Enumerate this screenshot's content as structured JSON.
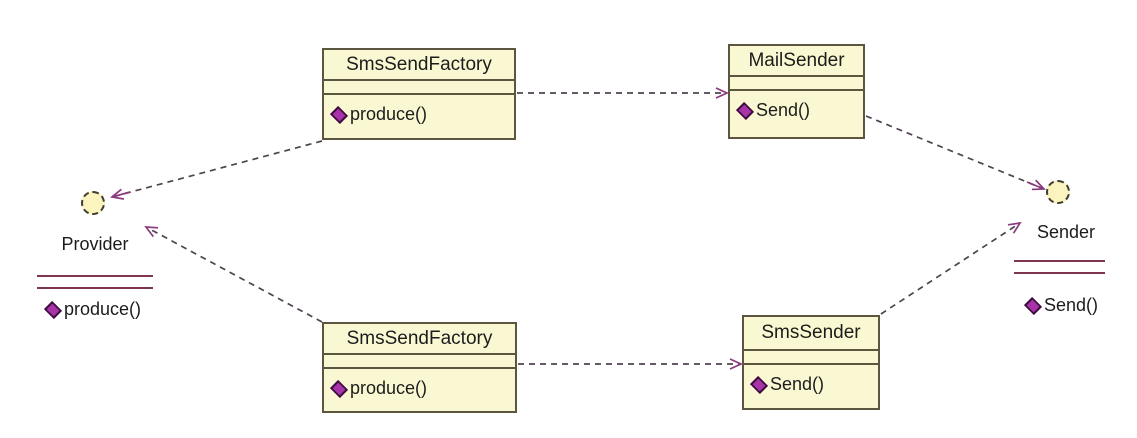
{
  "diagram_type": "uml-class-diagram",
  "classes": [
    {
      "name": "SmsSendFactory",
      "methods": [
        "produce()"
      ]
    },
    {
      "name": "MailSender",
      "methods": [
        "Send()"
      ]
    },
    {
      "name": "SmsSendFactory",
      "methods": [
        "produce()"
      ]
    },
    {
      "name": "SmsSender",
      "methods": [
        "Send()"
      ]
    }
  ],
  "interfaces": [
    {
      "name": "Provider",
      "methods": [
        "produce()"
      ]
    },
    {
      "name": "Sender",
      "methods": [
        "Send()"
      ]
    }
  ],
  "relations": [
    {
      "from": "SmsSendFactory (top)",
      "to": "Provider",
      "style": "dashed-open-arrow"
    },
    {
      "from": "SmsSendFactory (top)",
      "to": "MailSender",
      "style": "dashed-open-arrow"
    },
    {
      "from": "MailSender",
      "to": "Sender",
      "style": "dashed-open-arrow"
    },
    {
      "from": "SmsSendFactory (bottom)",
      "to": "Provider",
      "style": "dashed-open-arrow"
    },
    {
      "from": "SmsSendFactory (bottom)",
      "to": "SmsSender",
      "style": "dashed-open-arrow"
    },
    {
      "from": "SmsSender",
      "to": "Sender",
      "style": "dashed-open-arrow"
    }
  ],
  "icons": {
    "method_marker": "diamond-icon",
    "interface_marker": "lollipop-circle-icon"
  },
  "colors": {
    "background": "#FFFFFF",
    "class_fill": "#FAF8D2",
    "class_border": "#5C5540",
    "interface_separator_line": "#7E3650",
    "dependency_line": "#4E4450",
    "arrowhead": "#8B3A7E",
    "diamond_fill": "#A832A8",
    "lollipop_fill": "#FBF4BE",
    "text": "#1C1C1C"
  }
}
